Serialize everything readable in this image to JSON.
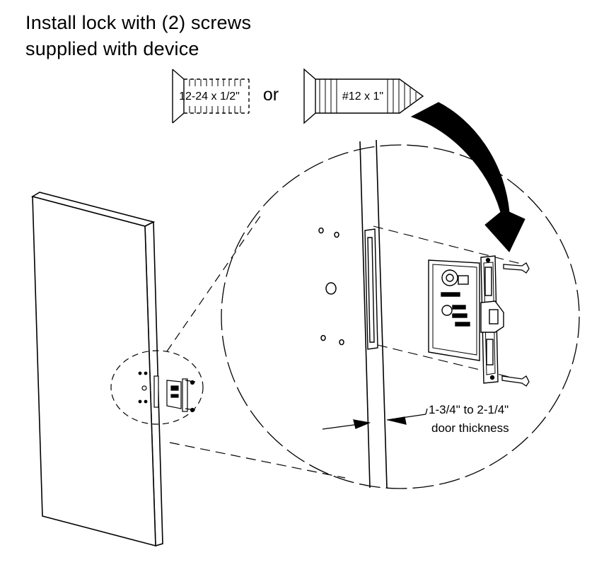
{
  "instruction": {
    "line1": "Install lock with (2) screws",
    "line2": "supplied with device"
  },
  "screws": {
    "machine_screw_label": "12-24 x 1/2\"",
    "connector": "or",
    "wood_screw_label": "#12 x 1\""
  },
  "dimension": {
    "line1": "1-3/4\" to 2-1/4\"",
    "line2": "door thickness"
  }
}
